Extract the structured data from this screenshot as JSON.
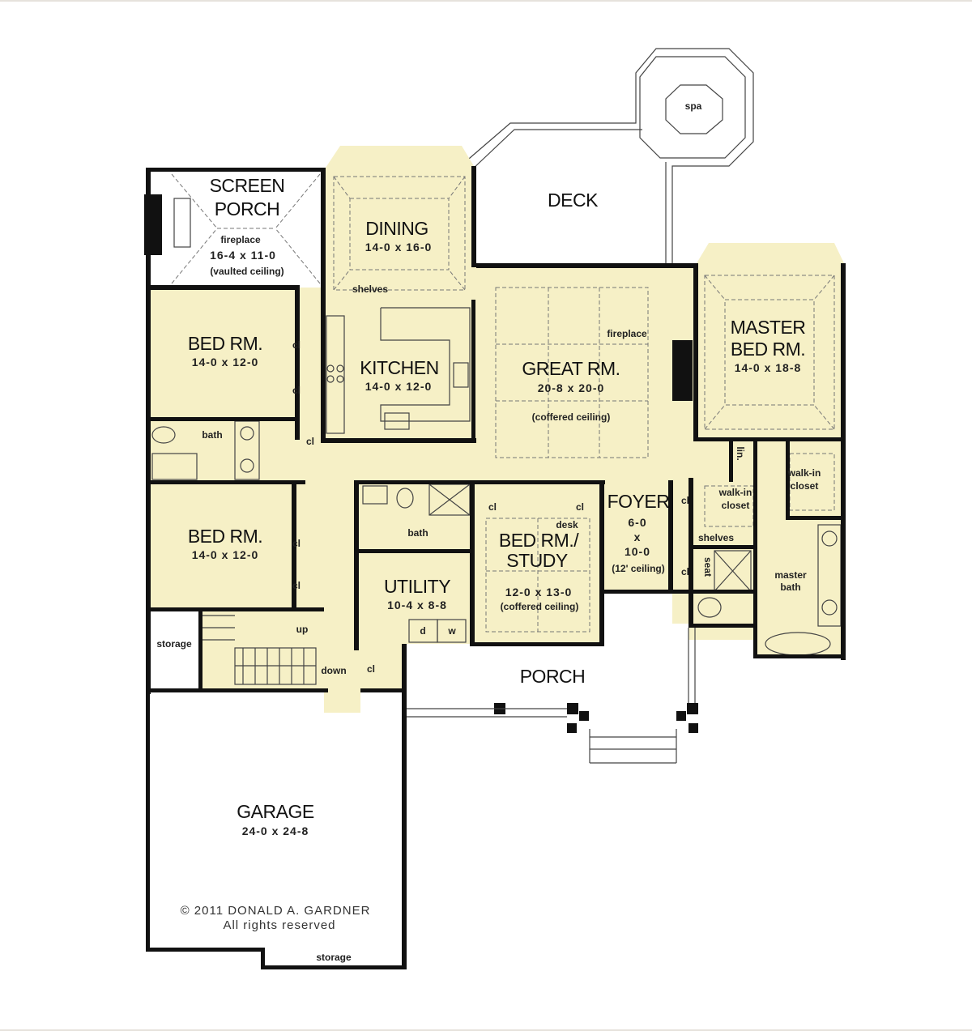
{
  "plan": {
    "fill_color": "#f6f0c6",
    "wall_color": "#111111",
    "rooms": {
      "screen_porch": {
        "name_1": "SCREEN",
        "name_2": "PORCH",
        "note": "fireplace",
        "size": "16-4 x 11-0",
        "ceiling": "(vaulted ceiling)"
      },
      "dining": {
        "name": "DINING",
        "size": "14-0 x 16-0"
      },
      "deck": {
        "name": "DECK"
      },
      "spa": {
        "name": "spa"
      },
      "kitchen": {
        "name": "KITCHEN",
        "size": "14-0 x 12-0",
        "shelves": "shelves"
      },
      "great_room": {
        "name": "GREAT RM.",
        "size": "20-8 x 20-0",
        "ceiling": "(coffered ceiling)",
        "fireplace": "fireplace"
      },
      "master_bed": {
        "name_1": "MASTER",
        "name_2": "BED RM.",
        "size": "14-0 x 18-8"
      },
      "bed_1": {
        "name": "BED RM.",
        "size": "14-0 x 12-0"
      },
      "bed_2": {
        "name": "BED RM.",
        "size": "14-0 x 12-0"
      },
      "bath_left": {
        "name": "bath"
      },
      "bath_center": {
        "name": "bath"
      },
      "utility": {
        "name": "UTILITY",
        "size": "10-4 x 8-8",
        "washer": "w",
        "dryer": "d"
      },
      "study": {
        "name_1": "BED RM./",
        "name_2": "STUDY",
        "size": "12-0 x 13-0",
        "ceiling": "(coffered ceiling)",
        "desk": "desk"
      },
      "foyer": {
        "name": "FOYER",
        "size_1": "6-0",
        "size_x": "x",
        "size_2": "10-0",
        "ceiling": "(12' ceiling)",
        "shelves": "shelves",
        "seat": "seat"
      },
      "walkin_1": {
        "line_1": "walk-in",
        "line_2": "closet"
      },
      "walkin_2": {
        "line_1": "walk-in",
        "line_2": "closet"
      },
      "linen": {
        "name": "lin."
      },
      "master_bath": {
        "line_1": "master",
        "line_2": "bath"
      },
      "porch": {
        "name": "PORCH"
      },
      "garage": {
        "name": "GARAGE",
        "size": "24-0 x 24-8"
      },
      "storage_left": {
        "name": "storage"
      },
      "storage_bottom": {
        "name": "storage"
      },
      "stairs": {
        "up": "up",
        "down": "down"
      },
      "closet_label": "cl"
    },
    "copyright": {
      "line_1": "© 2011 DONALD A. GARDNER",
      "line_2": "All rights reserved"
    }
  }
}
